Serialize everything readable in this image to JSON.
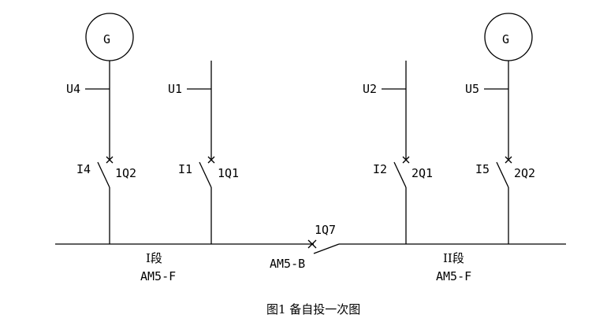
{
  "diagram": {
    "generators": [
      {
        "symbol": "G",
        "voltage_label": "U4",
        "current_label": "I4",
        "breaker_label": "1Q2"
      },
      {
        "symbol": "G",
        "voltage_label": "U5",
        "current_label": "I5",
        "breaker_label": "2Q2"
      }
    ],
    "feeders": [
      {
        "voltage_label": "U1",
        "current_label": "I1",
        "breaker_label": "1Q1"
      },
      {
        "voltage_label": "U2",
        "current_label": "I2",
        "breaker_label": "2Q1"
      }
    ],
    "bus_tie": {
      "breaker_label": "1Q7",
      "device_label": "AM5-B"
    },
    "sections": [
      {
        "name": "I段",
        "device_label": "AM5-F"
      },
      {
        "name": "II段",
        "device_label": "AM5-F"
      }
    ],
    "caption": "图1  备自投一次图"
  }
}
